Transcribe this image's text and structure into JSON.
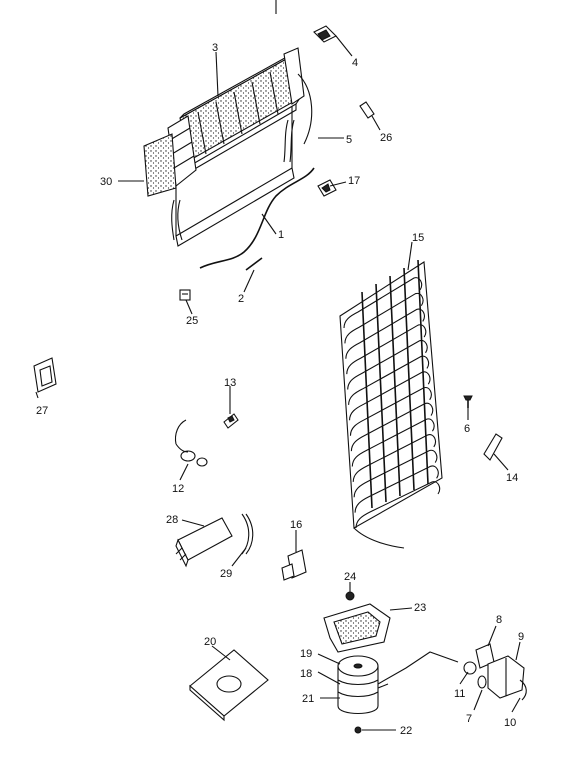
{
  "diagram": {
    "callouts": {
      "p1": "1",
      "p2": "2",
      "p3": "3",
      "p4": "4",
      "p5": "5",
      "p6": "6",
      "p7": "7",
      "p8": "8",
      "p9": "9",
      "p10": "10",
      "p11": "11",
      "p12": "12",
      "p13": "13",
      "p14": "14",
      "p15": "15",
      "p16": "16",
      "p17": "17",
      "p18": "18",
      "p19": "19",
      "p20": "20",
      "p21": "21",
      "p22": "22",
      "p23": "23",
      "p24": "24",
      "p25": "25",
      "p26": "26",
      "p27": "27",
      "p28": "28",
      "p29": "29",
      "p30": "30"
    }
  }
}
